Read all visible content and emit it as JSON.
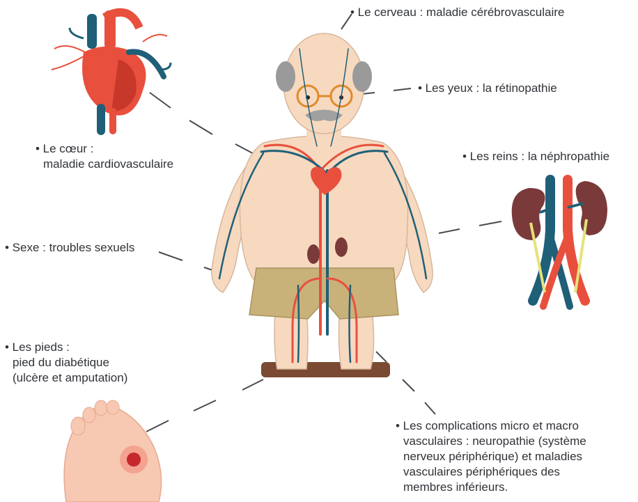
{
  "labels": {
    "brain": "• Le cerveau : maladie cérébrovasculaire",
    "eyes": "• Les yeux : la rétinopathie",
    "heart_line1": "• Le cœur :",
    "heart_line2": "maladie cardiovasculaire",
    "kidneys": "• Les reins : la néphropathie",
    "sex": "• Sexe : troubles sexuels",
    "feet_line1": "• Les pieds :",
    "feet_line2": "pied du diabétique",
    "feet_line3": "(ulcère et amputation)",
    "vasc_line1": "• Les complications micro et macro",
    "vasc_line2": "vasculaires : neuropathie (système",
    "vasc_line3": "nerveux périphérique) et maladies",
    "vasc_line4": "vasculaires périphériques des",
    "vasc_line5": "membres inférieurs."
  },
  "colors": {
    "artery": "#e8503d",
    "vein": "#1f5f78",
    "skin": "#f6d9bf",
    "shorts": "#c9b27a",
    "kidney": "#7a3a3a",
    "leader": "#4a4a4a"
  }
}
